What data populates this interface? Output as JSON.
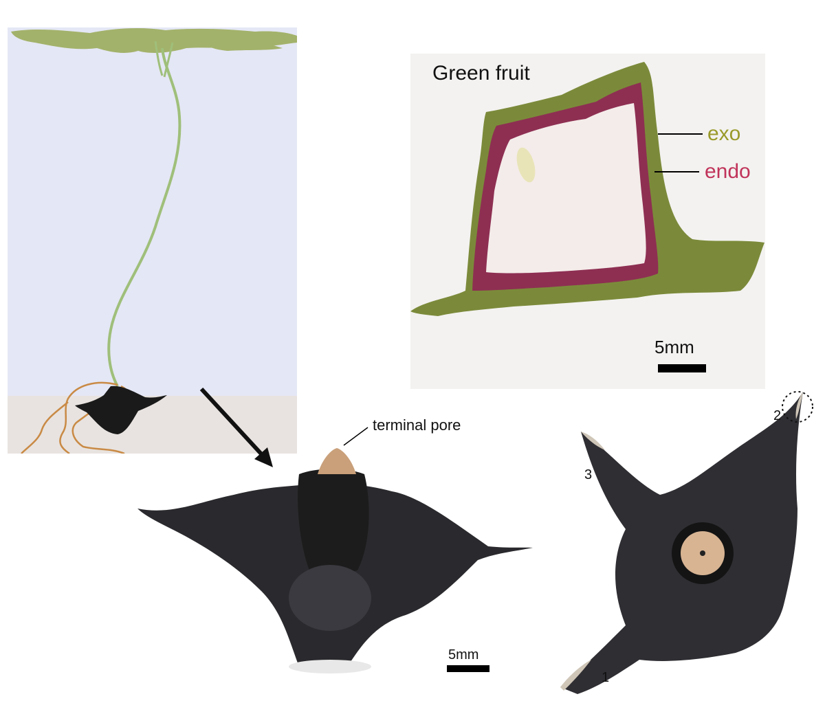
{
  "fruit": {
    "title": "Green fruit",
    "exo_label": "exo",
    "endo_label": "endo",
    "scale_label": "5mm",
    "exo_color": "#9a9a2a",
    "endo_color": "#c0335a"
  },
  "seed_side": {
    "pore_label": "terminal pore",
    "scale_label": "5mm"
  },
  "seed_top": {
    "horn_1": "1",
    "horn_2": "2",
    "horn_3": "3"
  },
  "colors": {
    "sky": "#e4e7f5",
    "soil": "#e8e3e0",
    "canopy": "#a3b26a",
    "stem": "#9fbf7a",
    "root": "#c98a45",
    "seed": "#1a1a1a"
  }
}
